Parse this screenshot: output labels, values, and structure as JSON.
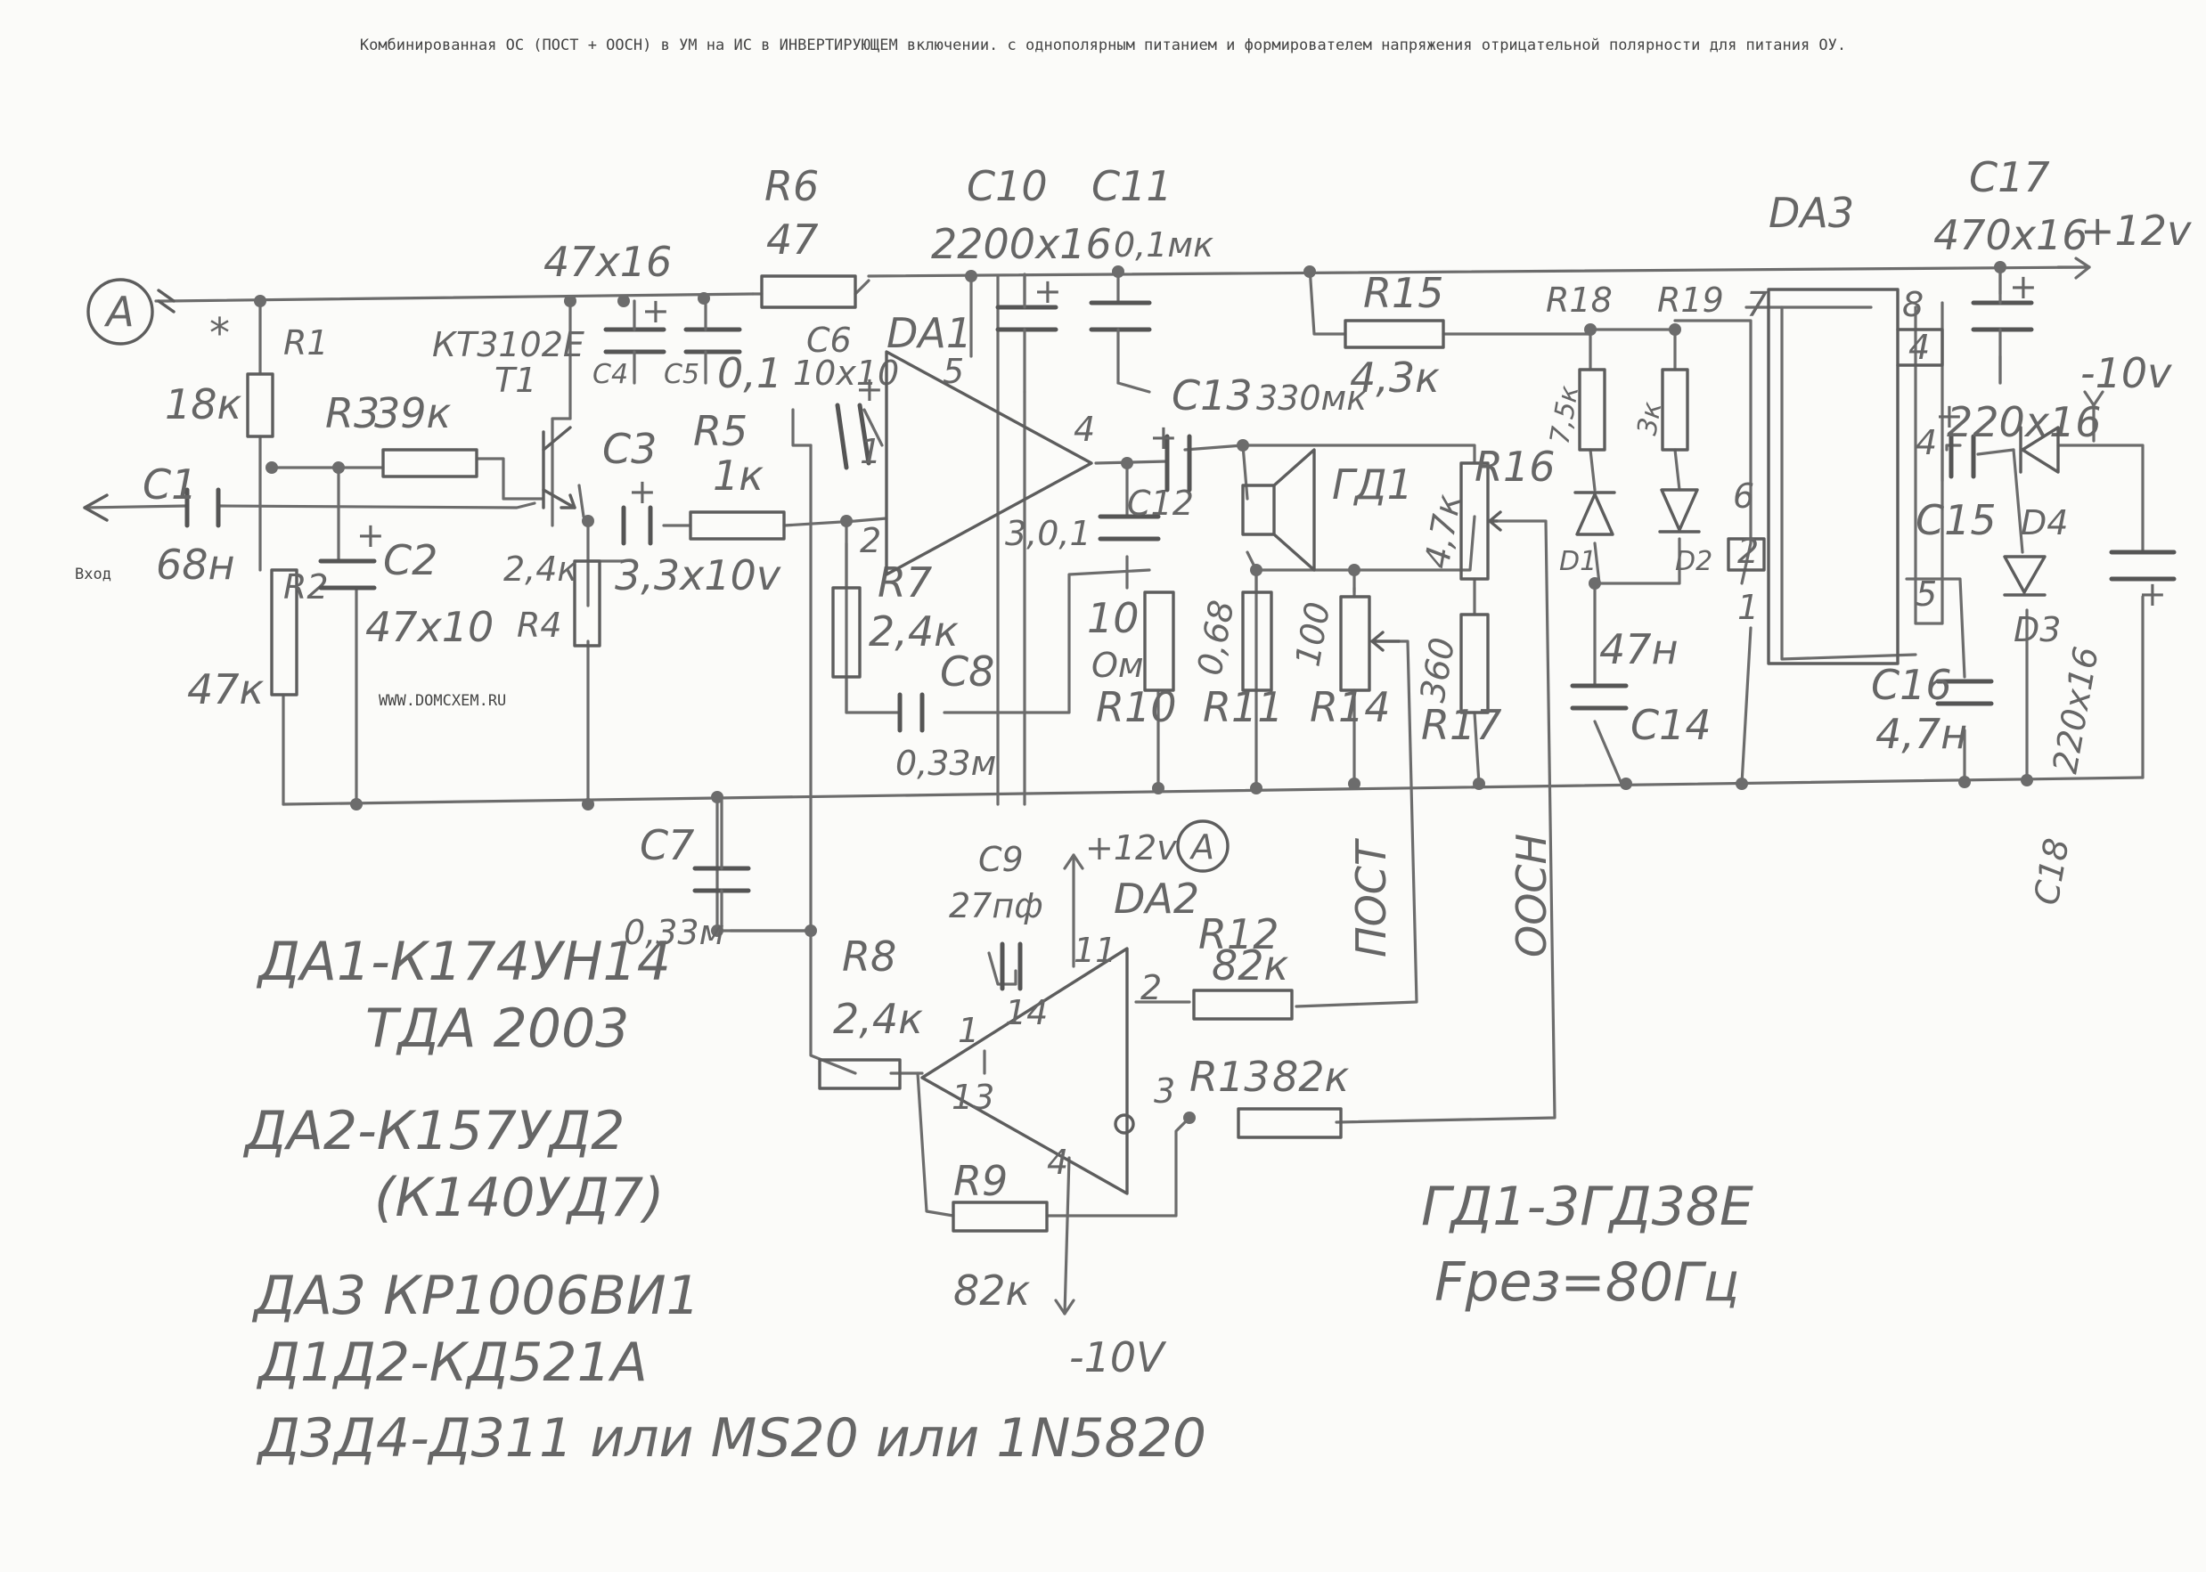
{
  "title": "Комбинированная ОС (ПОСТ + ООСН) в УМ на ИС в ИНВЕРТИРУЮЩЕМ включении. с однополярным питанием и формирователем напряжения отрицательной полярности для питания ОУ.",
  "watermark": "WWW.DOMCXEM.RU",
  "input_label": "Вход",
  "node_label": "A",
  "rails": {
    "pos": "+12v",
    "neg": "-10v",
    "neg_da2": "-10V",
    "pos_da2": "+12v"
  },
  "feedback": {
    "post": "ПОСТ",
    "oosn": "ООСН"
  },
  "parts": {
    "R1": {
      "ref": "R1",
      "value": "18к",
      "mark": "*"
    },
    "R2": {
      "ref": "R2",
      "value": "47к"
    },
    "R3": {
      "ref": "R3",
      "value": "39к"
    },
    "R4": {
      "ref": "R4",
      "value": "2,4к"
    },
    "R5": {
      "ref": "R5",
      "value": "1к"
    },
    "R6": {
      "ref": "R6",
      "value": "47"
    },
    "R7": {
      "ref": "R7",
      "value": "2,4к"
    },
    "R8": {
      "ref": "R8",
      "value": "2,4к"
    },
    "R9": {
      "ref": "R9",
      "value": "82к"
    },
    "R10": {
      "ref": "R10",
      "value": "10",
      "unit": "Ом"
    },
    "R11": {
      "ref": "R11",
      "value": "0,68"
    },
    "R12": {
      "ref": "R12",
      "value": "82к"
    },
    "R13": {
      "ref": "R13",
      "value": "82к"
    },
    "R14": {
      "ref": "R14",
      "value": "100"
    },
    "R15": {
      "ref": "R15",
      "value": "4,3к"
    },
    "R16": {
      "ref": "R16",
      "value": "4,7к"
    },
    "R17": {
      "ref": "R17",
      "value": "360"
    },
    "R18": {
      "ref": "R18",
      "value": "7,5к"
    },
    "R19": {
      "ref": "R19",
      "value": "3к"
    },
    "C1": {
      "ref": "C1",
      "value": "68н"
    },
    "C2": {
      "ref": "C2",
      "value": "47х10"
    },
    "C3": {
      "ref": "C3",
      "value": "3,3х10v"
    },
    "C4": {
      "ref": "C4",
      "value": "47х16"
    },
    "C5": {
      "ref": "C5",
      "value": "0,1"
    },
    "C6": {
      "ref": "C6",
      "value": "10х10"
    },
    "C7": {
      "ref": "C7",
      "value": "0,33м"
    },
    "C8": {
      "ref": "C8",
      "value": "0,33м"
    },
    "C9": {
      "ref": "C9",
      "value": "27пф"
    },
    "C10": {
      "ref": "C10",
      "value": "2200х16"
    },
    "C11": {
      "ref": "C11",
      "value": "0,1мк"
    },
    "C12": {
      "ref": "C12",
      "value": "3,0,1"
    },
    "C13": {
      "ref": "C13",
      "value": "330мк"
    },
    "C14": {
      "ref": "C14",
      "value": "47н"
    },
    "C15": {
      "ref": "C15",
      "value": "220х16"
    },
    "C16": {
      "ref": "C16",
      "value": "4,7н"
    },
    "C17": {
      "ref": "C17",
      "value": "470х16"
    },
    "C18": {
      "ref": "C18",
      "value": "220х16"
    },
    "T1": {
      "ref": "T1",
      "type": "КТ3102Е"
    },
    "DA1": {
      "ref": "DA1"
    },
    "DA2": {
      "ref": "DA2"
    },
    "DA3": {
      "ref": "DA3"
    },
    "GD1": {
      "ref": "ГД1"
    },
    "D1": {
      "ref": "D1"
    },
    "D2": {
      "ref": "D2"
    },
    "D3": {
      "ref": "D3"
    },
    "D4": {
      "ref": "D4"
    }
  },
  "pins": {
    "da1": {
      "p1": "1",
      "p2": "2",
      "p3": "3",
      "p4": "4",
      "p5": "5"
    },
    "da2": {
      "p1": "1",
      "p2": "2",
      "p3": "3",
      "p4": "4",
      "p11": "11",
      "p13": "13",
      "p14": "14"
    },
    "da3": {
      "p1": "1",
      "p2": "2",
      "p4": "4",
      "p5": "5",
      "p6": "6",
      "p7": "7",
      "p8": "8"
    }
  },
  "notes": [
    "ДА1-К174УН14",
    "ТДА 2003",
    "ДА2-К157УД2",
    "(К140УД7)",
    "ДА3 КР1006ВИ1",
    "Д1Д2-КД521А",
    "Д3Д4-Д311 или МS20 или 1N5820"
  ],
  "speaker_note": {
    "model": "ГД1-3ГД38Е",
    "fres": "Fрез=80Гц"
  }
}
